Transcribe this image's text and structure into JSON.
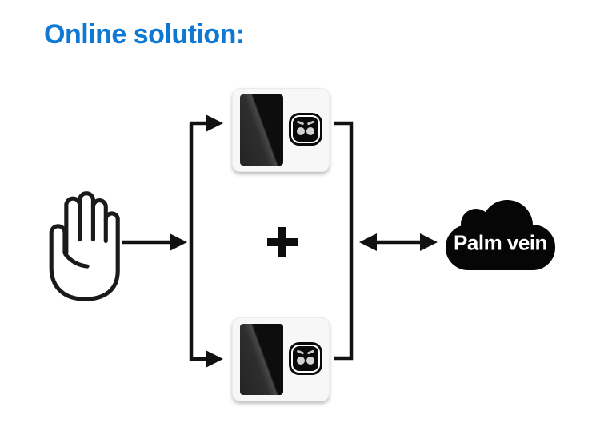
{
  "title": {
    "text": "Online solution:",
    "color": "#0e78d4"
  },
  "flow": {
    "hand_icon": "open-palm-hand-icon",
    "plus": "+",
    "cloud": {
      "label": "Palm vein",
      "fill": "#060606",
      "text_color": "#ffffff"
    }
  },
  "devices": {
    "count": 2,
    "icon": "palm-vein-terminal-icon"
  },
  "colors": {
    "background": "#ffffff",
    "title_blue": "#0e78d4",
    "connector_black": "#111111",
    "device_card": "#f7f7f7",
    "device_screen": "#141414",
    "camera_eye_gray": "#d2d2d2"
  }
}
